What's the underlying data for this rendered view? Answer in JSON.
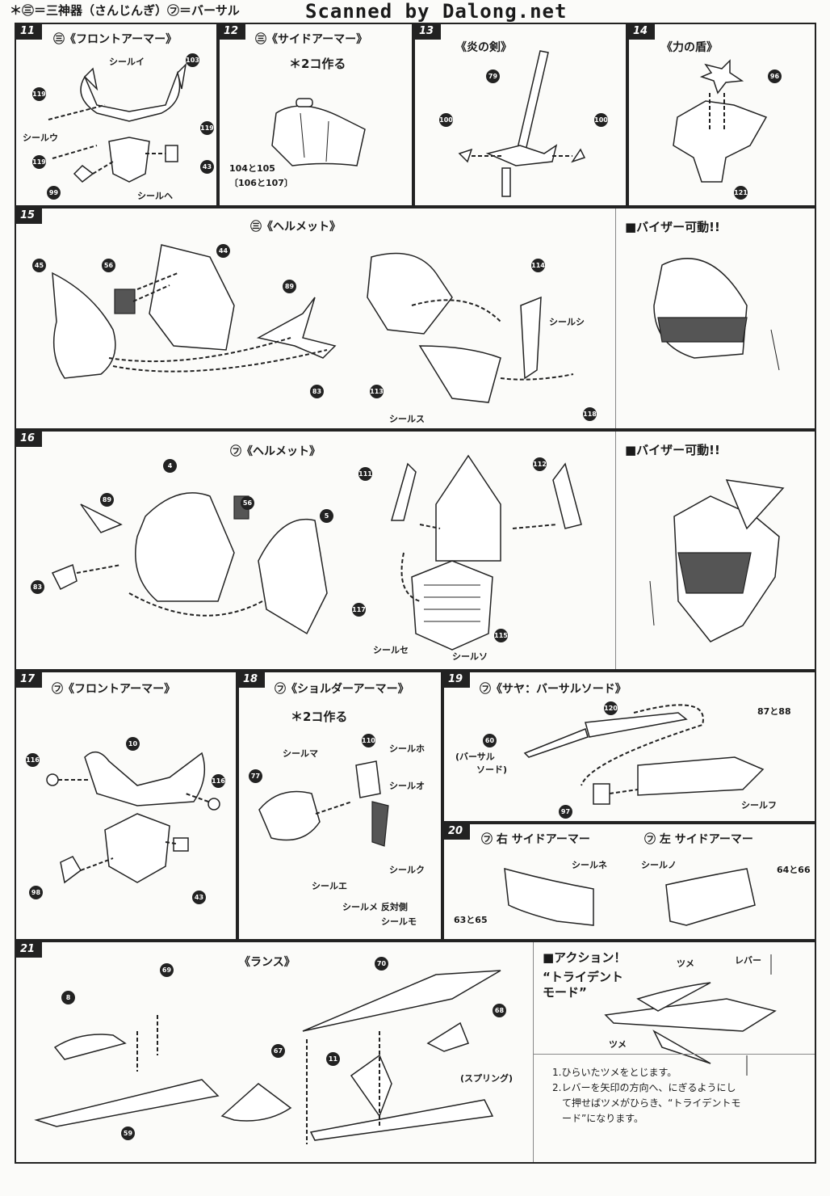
{
  "header": {
    "legend": "＊㊂＝三神器（さんじんぎ）㋫＝バーサル",
    "scan": "Scanned by Dalong.net"
  },
  "steps": {
    "s11": {
      "num": "11",
      "title": "㊂《フロントアーマー》",
      "refs": [
        "103",
        "119",
        "119",
        "119",
        "43",
        "99"
      ],
      "labels": [
        "シールイ",
        "シールウ",
        "シールヘ"
      ]
    },
    "s12": {
      "num": "12",
      "title": "㊂《サイドアーマー》",
      "note": "＊2コ作る",
      "labels": [
        "104と105",
        "〔106と107〕"
      ]
    },
    "s13": {
      "num": "13",
      "title": "《炎の剣》",
      "refs": [
        "79",
        "100",
        "100"
      ]
    },
    "s14": {
      "num": "14",
      "title": "《力の盾》",
      "refs": [
        "96",
        "121"
      ]
    },
    "s15": {
      "num": "15",
      "title": "㊂《ヘルメット》",
      "refs": [
        "45",
        "56",
        "44",
        "89",
        "83",
        "114",
        "113",
        "118"
      ],
      "labels": [
        "シールシ",
        "シールス"
      ],
      "side": "■バイザー可動!!"
    },
    "s16": {
      "num": "16",
      "title": "㋫《ヘルメット》",
      "refs": [
        "4",
        "89",
        "56",
        "5",
        "83",
        "111",
        "112",
        "117",
        "115"
      ],
      "labels": [
        "シールセ",
        "シールソ"
      ],
      "side": "■バイザー可動!!"
    },
    "s17": {
      "num": "17",
      "title": "㋫《フロントアーマー》",
      "refs": [
        "10",
        "116",
        "116",
        "98",
        "43"
      ]
    },
    "s18": {
      "num": "18",
      "title": "㋫《ショルダーアーマー》",
      "note": "＊2コ作る",
      "refs": [
        "77",
        "110"
      ],
      "labels": [
        "シールマ",
        "シールホ",
        "シールオ",
        "シールク",
        "シールエ",
        "シールメ 反対側",
        "シールモ"
      ]
    },
    "s19": {
      "num": "19",
      "title": "㋫《サヤ：バーサルソード》",
      "refs": [
        "120",
        "60",
        "97"
      ],
      "labels": [
        "87と88",
        "(バーサル",
        "ソード)",
        "シールフ"
      ]
    },
    "s20": {
      "num": "20",
      "title_r": "㋫ 右 サイドアーマー",
      "title_l": "㋫ 左 サイドアーマー",
      "labels": [
        "シールネ",
        "シールノ",
        "63と65",
        "64と66"
      ]
    },
    "s21": {
      "num": "21",
      "title": "《ランス》",
      "refs": [
        "8",
        "69",
        "59",
        "67",
        "70",
        "68",
        "11"
      ],
      "labels": [
        "(スプリング)"
      ],
      "action_title": "■アクション！",
      "action_sub": "“トライデント\nモード”",
      "action_labels": [
        "ツメ",
        "レバー",
        "ツメ"
      ],
      "notes": [
        "1.ひらいたツメをとじます。",
        "2.レバーを矢印の方向へ、にぎるようにし",
        "　て押せばツメがひらき、“トライデントモ",
        "　ード”になります。"
      ]
    }
  }
}
